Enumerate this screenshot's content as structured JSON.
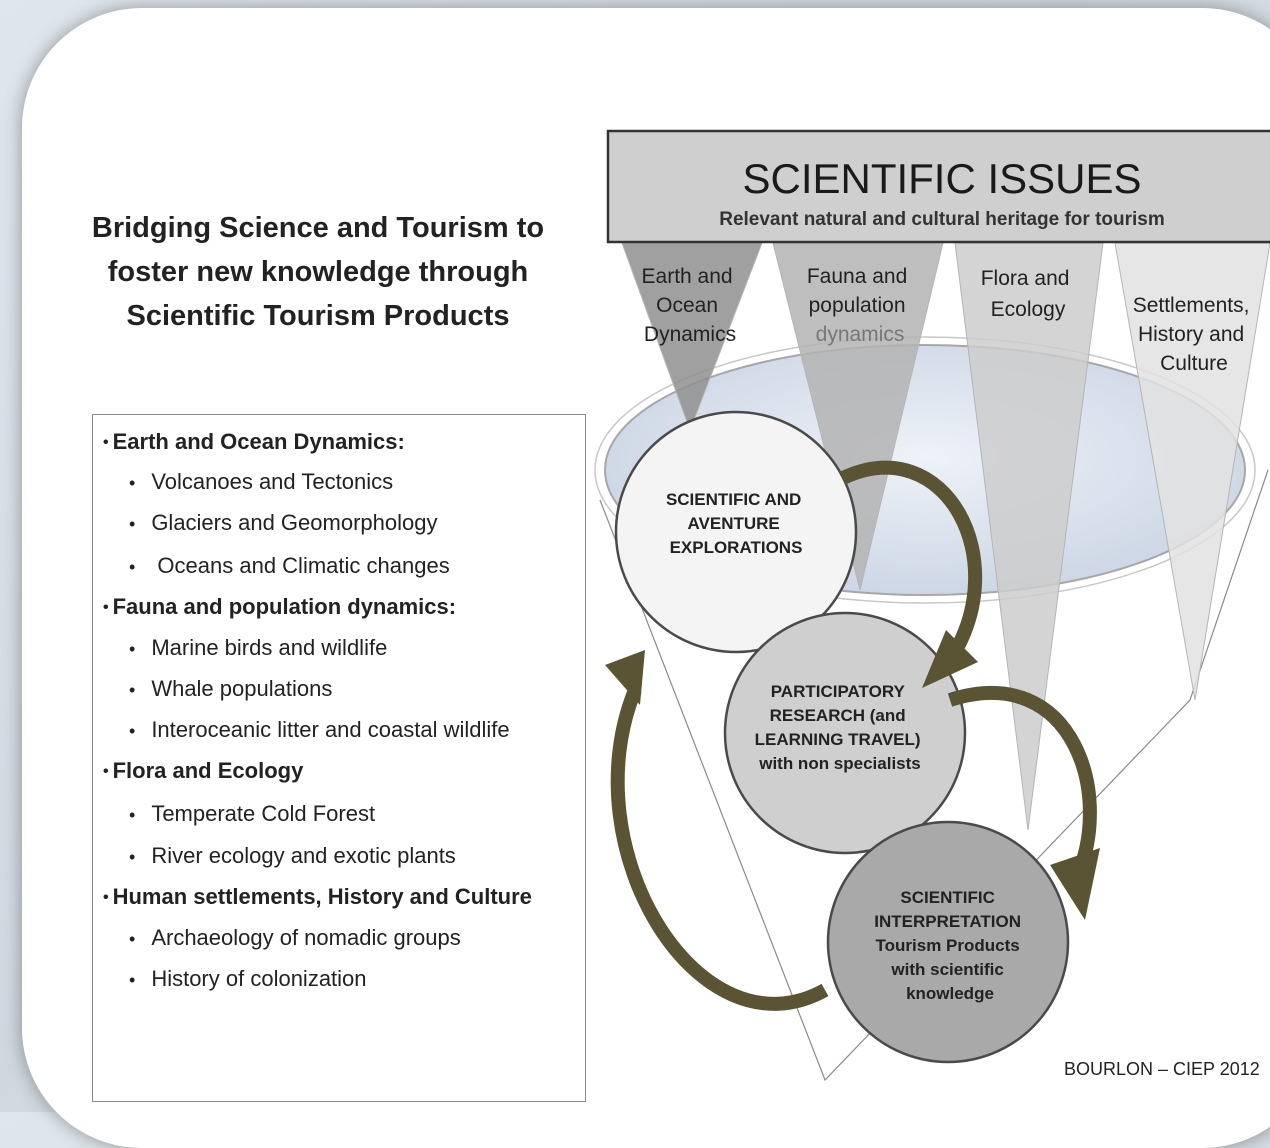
{
  "title_lines": [
    "Bridging Science and Tourism to",
    "foster new knowledge through",
    "Scientific Tourism Products"
  ],
  "topics": [
    {
      "heading": "Earth and Ocean Dynamics:",
      "items": [
        "Volcanoes and Tectonics",
        "Glaciers and Geomorphology",
        " Oceans and Climatic changes"
      ]
    },
    {
      "heading": "Fauna and population dynamics:",
      "items": [
        "Marine birds and wildlife",
        "Whale populations",
        "Interoceanic litter and coastal wildlife"
      ]
    },
    {
      "heading": "Flora and Ecology",
      "items": [
        "Temperate Cold Forest",
        "River ecology and exotic plants"
      ]
    },
    {
      "heading": "Human settlements, History and Culture",
      "items": [
        "Archaeology of nomadic groups",
        "History of colonization"
      ]
    }
  ],
  "header": {
    "title": "SCIENTIFIC ISSUES",
    "subtitle": "Relevant natural and cultural heritage for tourism"
  },
  "issues": [
    {
      "lines": [
        "Earth and",
        "Ocean",
        "Dynamics"
      ],
      "fill": "#8f8f8f"
    },
    {
      "lines": [
        "Fauna and",
        "population",
        "dynamics"
      ],
      "fill": "#b3b3b3"
    },
    {
      "lines": [
        "Flora and",
        "Ecology"
      ],
      "fill": "#cdcdcd"
    },
    {
      "lines": [
        "Settlements,",
        "History and",
        "Culture"
      ],
      "fill": "#e2e2e2"
    }
  ],
  "stages": [
    {
      "lines": [
        "SCIENTIFIC AND",
        "AVENTURE",
        "EXPLORATIONS"
      ],
      "fill": "#f4f4f4"
    },
    {
      "lines": [
        "PARTICIPATORY",
        "RESEARCH  (and",
        "LEARNING TRAVEL)",
        "with non specialists"
      ],
      "fill": "#cfcfcf"
    },
    {
      "lines": [
        "SCIENTIFIC",
        "INTERPRETATION",
        "Tourism Products",
        "with scientific",
        "knowledge"
      ],
      "fill": "#a9a9a9"
    }
  ],
  "colors": {
    "arrow": "#5a5435",
    "outline": "#4a4a4a",
    "ellipse": "#d8e1ec"
  },
  "credit": "BOURLON – CIEP 2012"
}
